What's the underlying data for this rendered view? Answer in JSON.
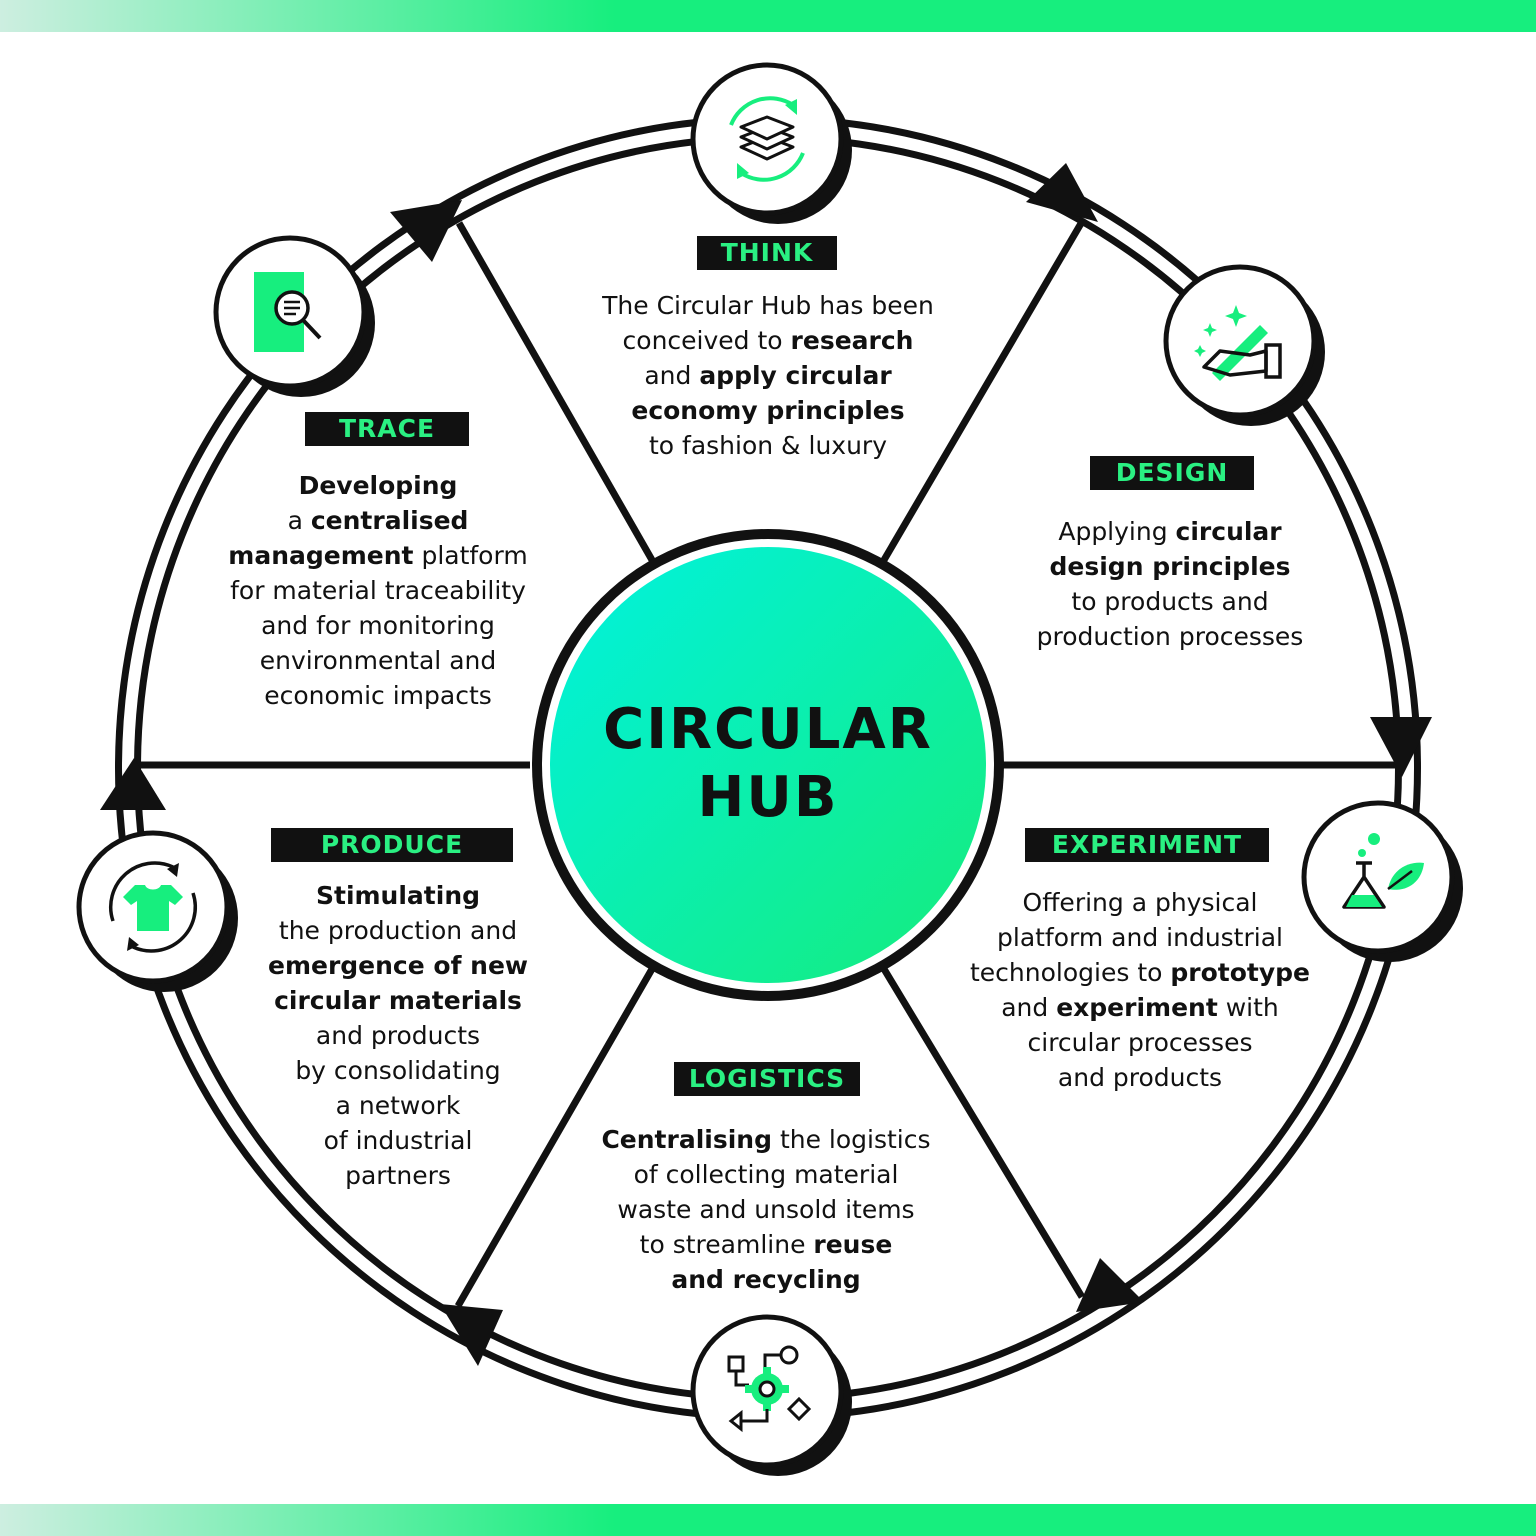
{
  "hub": {
    "line1": "CIRCULAR",
    "line2": "HUB"
  },
  "colors": {
    "accent": "#17ee7e",
    "hub_gradient_start": "#00f0d8",
    "hub_gradient_end": "#17ee7e",
    "label_bg": "#111111",
    "label_text": "#2af082"
  },
  "segments": {
    "think": {
      "label": "THINK",
      "icon": "layers-cycle-icon",
      "lines": [
        [
          {
            "t": "The Circular Hub has been"
          }
        ],
        [
          {
            "t": "conceived to "
          },
          {
            "t": "research",
            "b": true
          }
        ],
        [
          {
            "t": "and "
          },
          {
            "t": "apply circular",
            "b": true
          }
        ],
        [
          {
            "t": "economy principles",
            "b": true
          }
        ],
        [
          {
            "t": "to fashion & luxury"
          }
        ]
      ]
    },
    "design": {
      "label": "DESIGN",
      "icon": "hand-pen-sparkle-icon",
      "lines": [
        [
          {
            "t": "Applying "
          },
          {
            "t": "circular",
            "b": true
          }
        ],
        [
          {
            "t": "design principles",
            "b": true
          }
        ],
        [
          {
            "t": "to products and"
          }
        ],
        [
          {
            "t": "production processes"
          }
        ]
      ]
    },
    "experiment": {
      "label": "EXPERIMENT",
      "icon": "flask-leaf-icon",
      "lines": [
        [
          {
            "t": "Offering a physical"
          }
        ],
        [
          {
            "t": "platform and industrial"
          }
        ],
        [
          {
            "t": "technologies to "
          },
          {
            "t": "prototype",
            "b": true
          }
        ],
        [
          {
            "t": "and "
          },
          {
            "t": "experiment",
            "b": true
          },
          {
            "t": " with"
          }
        ],
        [
          {
            "t": "circular processes"
          }
        ],
        [
          {
            "t": "and products"
          }
        ]
      ]
    },
    "logistics": {
      "label": "LOGISTICS",
      "icon": "process-flow-gear-icon",
      "lines": [
        [
          {
            "t": "Centralising",
            "b": true
          },
          {
            "t": " the logistics"
          }
        ],
        [
          {
            "t": "of collecting material"
          }
        ],
        [
          {
            "t": "waste and unsold items"
          }
        ],
        [
          {
            "t": "to streamline "
          },
          {
            "t": "reuse",
            "b": true
          }
        ],
        [
          {
            "t": "and recycling",
            "b": true
          }
        ]
      ]
    },
    "produce": {
      "label": "PRODUCE",
      "icon": "tshirt-cycle-icon",
      "lines": [
        [
          {
            "t": "Stimulating",
            "b": true
          }
        ],
        [
          {
            "t": "the production and"
          }
        ],
        [
          {
            "t": "emergence of new",
            "b": true
          }
        ],
        [
          {
            "t": "circular materials",
            "b": true
          }
        ],
        [
          {
            "t": "and products"
          }
        ],
        [
          {
            "t": "by consolidating"
          }
        ],
        [
          {
            "t": "a network"
          }
        ],
        [
          {
            "t": "of industrial"
          }
        ],
        [
          {
            "t": "partners"
          }
        ]
      ]
    },
    "trace": {
      "label": "TRACE",
      "icon": "document-search-icon",
      "lines": [
        [
          {
            "t": "Developing",
            "b": true
          }
        ],
        [
          {
            "t": "a "
          },
          {
            "t": "centralised",
            "b": true
          }
        ],
        [
          {
            "t": "management",
            "b": true
          },
          {
            "t": " platform"
          }
        ],
        [
          {
            "t": "for material traceability"
          }
        ],
        [
          {
            "t": "and for monitoring"
          }
        ],
        [
          {
            "t": "environmental and"
          }
        ],
        [
          {
            "t": "economic impacts"
          }
        ]
      ]
    }
  }
}
